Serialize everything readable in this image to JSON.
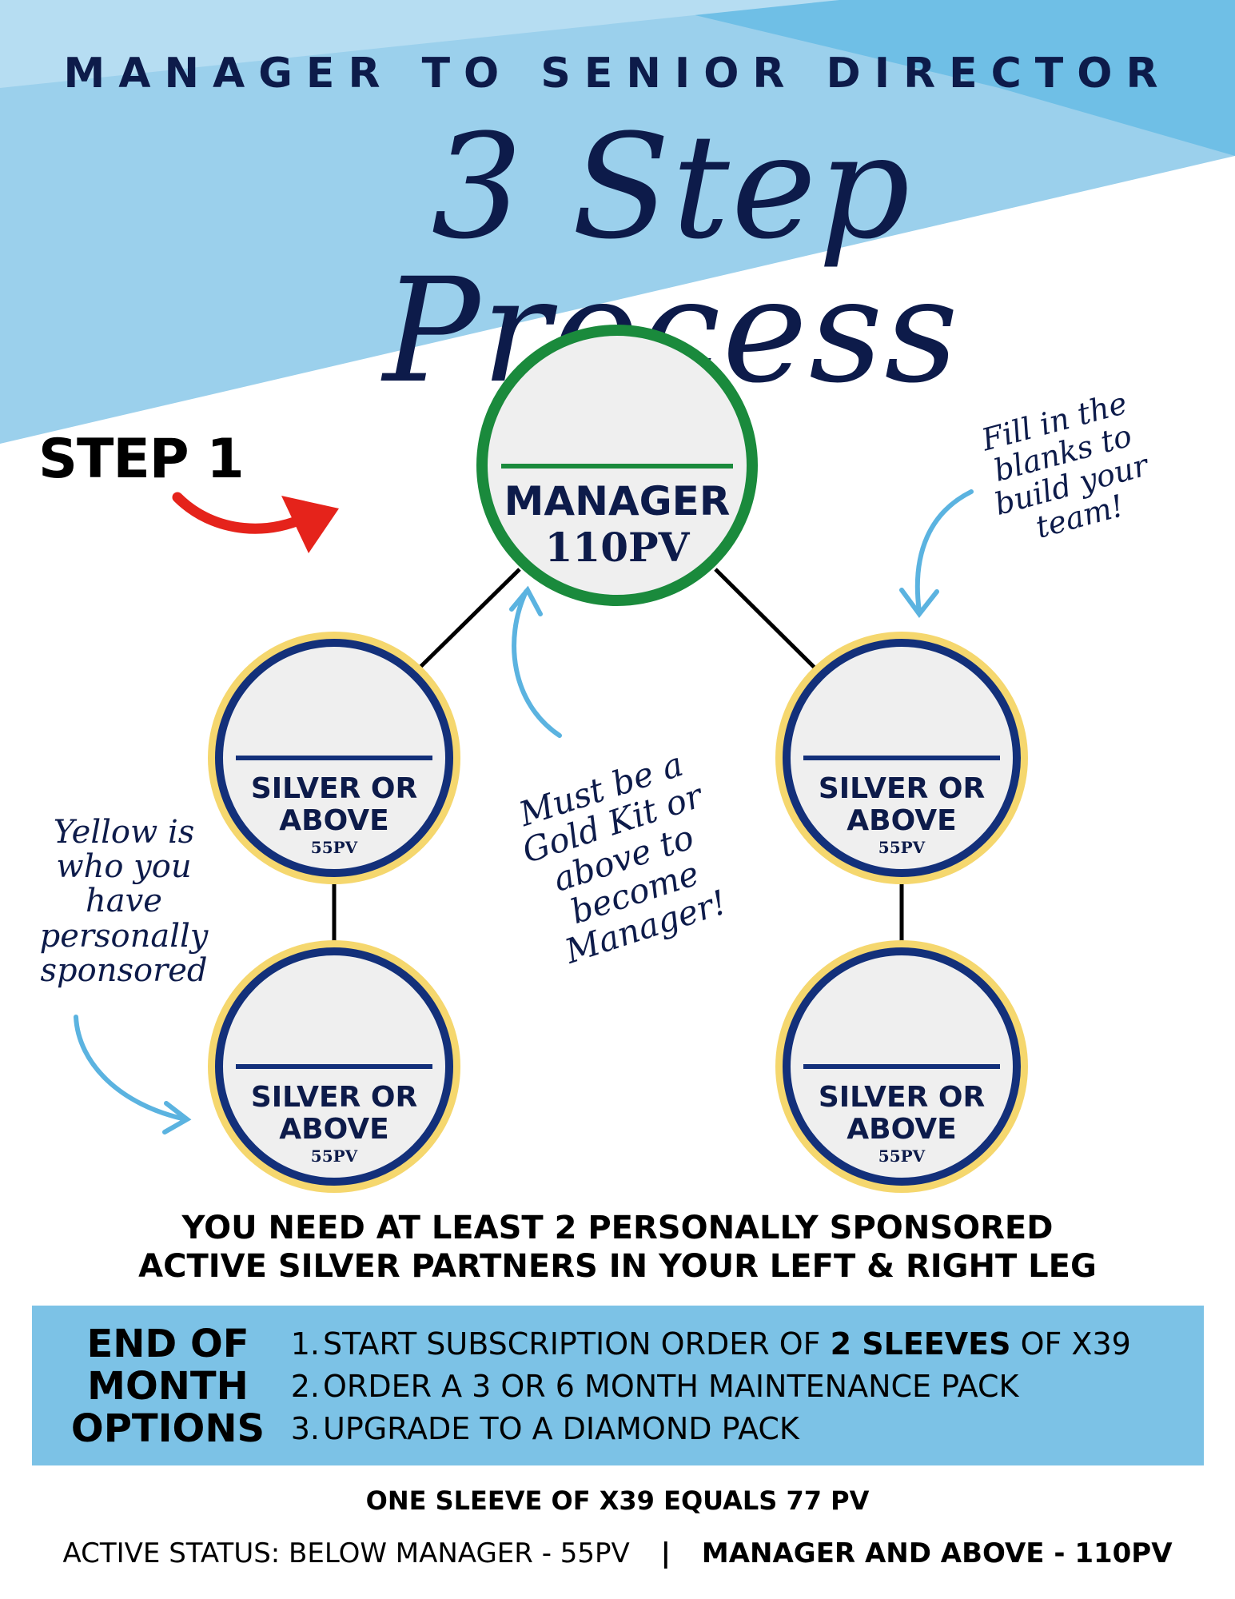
{
  "header": {
    "title": "MANAGER TO SENIOR DIRECTOR",
    "script_title": "3 Step Process"
  },
  "step_label": "STEP 1",
  "manager_node": {
    "title": "MANAGER",
    "pv": "110PV"
  },
  "silver_nodes": [
    {
      "line1": "SILVER OR",
      "line2": "ABOVE",
      "pv": "55PV"
    },
    {
      "line1": "SILVER OR",
      "line2": "ABOVE",
      "pv": "55PV"
    },
    {
      "line1": "SILVER OR",
      "line2": "ABOVE",
      "pv": "55PV"
    },
    {
      "line1": "SILVER OR",
      "line2": "ABOVE",
      "pv": "55PV"
    }
  ],
  "notes": {
    "fill_blanks": [
      "Fill in the",
      "blanks to",
      "build your",
      "team!"
    ],
    "gold_kit": [
      "Must be a",
      "Gold Kit or",
      "above to",
      "become",
      "Manager!"
    ],
    "yellow": [
      "Yellow is",
      "who you",
      "have",
      "personally",
      "sponsored"
    ]
  },
  "requirement": [
    "YOU NEED AT LEAST 2 PERSONALLY SPONSORED",
    "ACTIVE SILVER PARTNERS IN YOUR LEFT & RIGHT LEG"
  ],
  "options": {
    "title": [
      "END OF",
      "MONTH",
      "OPTIONS"
    ],
    "items": [
      {
        "num": "1.",
        "pre": "START SUBSCRIPTION ORDER OF ",
        "bold": "2 SLEEVES",
        "post": " OF X39"
      },
      {
        "num": "2.",
        "pre": "ORDER A 3 OR 6 MONTH MAINTENANCE PACK",
        "bold": "",
        "post": ""
      },
      {
        "num": "3.",
        "pre": "UPGRADE TO A DIAMOND PACK",
        "bold": "",
        "post": ""
      }
    ]
  },
  "footer": {
    "sleeve": "ONE SLEEVE OF X39 EQUALS 77 PV",
    "active_left": "ACTIVE STATUS: BELOW MANAGER - 55PV",
    "separator": "|",
    "active_right": "MANAGER AND ABOVE - 110PV"
  },
  "colors": {
    "navy": "#0d1b4a",
    "light_blue": "#7cc2e6",
    "green": "#1a8a3c",
    "gold": "#f5d76e",
    "arrow_red": "#e5231b",
    "arrow_blue": "#5bb3e0"
  }
}
